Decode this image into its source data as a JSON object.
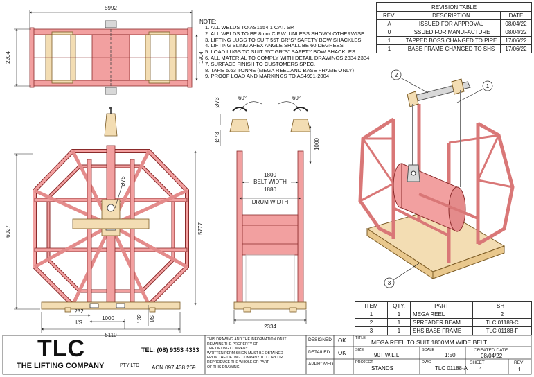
{
  "notes": {
    "heading": "NOTE:",
    "items": [
      "1. ALL WELDS TO AS1554.1 CAT. SP.",
      "2. ALL WELDS TO BE 8mm C.F.W. UNLESS SHOWN OTHERWISE",
      "3. LIFTING LUGS TO SUIT 55T GR\"S\" SAFETY BOW SHACKLES",
      "4. LIFTING SLING APEX ANGLE SHALL BE 60 DEGREES",
      "5. LOAD LUGS TO SUIT 55T GR\"S\" SAFETY BOW SHACKLES",
      "6. ALL MATERIAL TO COMPLY WITH DETAIL DRAWINGS 2334  2334",
      "7. SURFACE FINISH TO CUSTOMERS SPEC.",
      "8. TARE 5.63 TONNE (MEGA REEL AND BASE FRAME ONLY)",
      "9. PROOF LOAD AND MARKINGS TO AS4991-2004"
    ]
  },
  "revision_table": {
    "title": "REVISION TABLE",
    "headers": [
      "REV.",
      "DESCRIPTION",
      "DATE"
    ],
    "rows": [
      [
        "A",
        "ISSUED FOR APPROVAL",
        "08/04/22"
      ],
      [
        "0",
        "ISSUED FOR MANUFACTURE",
        "08/04/22"
      ],
      [
        "1",
        "TAPPED BOSS CHANGED TO PIPE",
        "17/06/22"
      ],
      [
        "1",
        "BASE FRAME CHANGED TO SHS",
        "17/06/22"
      ]
    ]
  },
  "parts_table": {
    "headers": [
      "ITEM",
      "QTY.",
      "PART",
      "SHT"
    ],
    "rows": [
      [
        "1",
        "1",
        "MEGA REEL",
        "2"
      ],
      [
        "2",
        "1",
        "SPREADER BEAM",
        "TLC 01188-C"
      ],
      [
        "3",
        "1",
        "SHS BASE FRAME",
        "TLC 01188-F"
      ]
    ]
  },
  "dimensions": {
    "top_width": "5992",
    "top_height": "2204",
    "top_inner": "1904",
    "front_height": "6027",
    "front_inner_height": "5777",
    "front_bore": "Ø75",
    "front_base_width": "5110",
    "front_base_1000": "1000",
    "front_i_s": "I/S",
    "front_232": "232",
    "front_i_s_2": "I/S",
    "front_132": "132",
    "side_angle_left": "60°",
    "side_angle_right": "60°",
    "side_lug_1": "Ø73",
    "side_lug_2": "Ø73",
    "side_1000": "1000",
    "belt_width_value": "1800",
    "belt_width_label": "BELT WIDTH",
    "drum_width_value": "1880",
    "drum_width_label": "DRUM WIDTH",
    "side_base_width": "2334"
  },
  "balloons": [
    "1",
    "2",
    "3"
  ],
  "title_block": {
    "logo": "TLC",
    "company_name": "THE LIFTING COMPANY",
    "company_suffix": "PTY LTD",
    "tel": "TEL: (08) 9353 4333",
    "acn": "ACN 097 438 269",
    "disclaimer": [
      "THIS DRAWING AND THE INFORMATION ON IT",
      "REMAINS THE PROPERTY OF",
      "THE LIFTING COMPANY.",
      "WRITTEN PERMISSION MUST BE OBTAINED",
      "FROM THE LIFTING COMPANY TO COPY OR",
      "REPRODUCE THE WHOLE OR PART",
      "OF THIS DRAWING."
    ],
    "designed_label": "DESIGNED",
    "designed_value": "OK",
    "detailed_label": "DETAILED",
    "detailed_value": "OK",
    "approved_label": "APPROVED",
    "title_label": "TITLE",
    "title_value": "MEGA REEL TO SUIT 1800MM WIDE BELT",
    "size_label": "SIZE",
    "size_value": "90T W.L.L.",
    "scale_label": "SCALE",
    "scale_value": "1:50",
    "created_label": "CREATED DATE",
    "created_value": "08/04/22",
    "project_label": "PROJECT",
    "project_value": "STANDS",
    "dwg_label": "DWG",
    "dwg_value": "TLC 01188-A",
    "sheet_label": "SHEET",
    "sheet_value": "1",
    "rev_label": "REV",
    "rev_value": "1"
  },
  "colors": {
    "frame_fill": "#f2a0a0",
    "frame_stroke": "#8a2a2a",
    "timber_fill": "#f3ddb3",
    "timber_stroke": "#7a5a24",
    "steel_fill": "#d8d8d8",
    "line": "#222222"
  }
}
